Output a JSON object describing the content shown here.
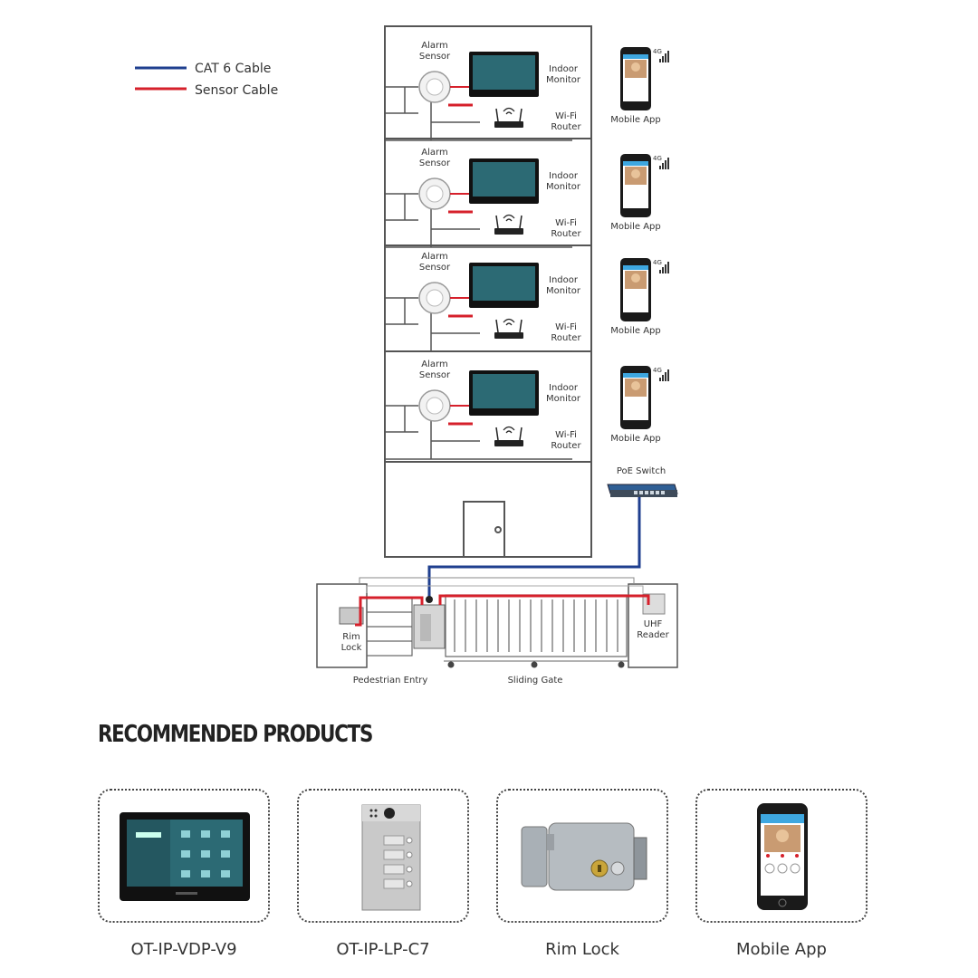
{
  "legend": {
    "items": [
      {
        "label": "CAT 6 Cable",
        "color": "#1f3f8f"
      },
      {
        "label": "Sensor Cable",
        "color": "#d6202b"
      }
    ]
  },
  "colors": {
    "cat6": "#1f3f8f",
    "sensor": "#d6202b",
    "structure": "#555555"
  },
  "floors": [
    {
      "sensor_label": [
        "Alarm",
        "Sensor"
      ],
      "monitor_label": [
        "Indoor",
        "Monitor"
      ],
      "router_label": [
        "Wi-Fi",
        "Router"
      ],
      "app_label": "Mobile App"
    },
    {
      "sensor_label": [
        "Alarm",
        "Sensor"
      ],
      "monitor_label": [
        "Indoor",
        "Monitor"
      ],
      "router_label": [
        "Wi-Fi",
        "Router"
      ],
      "app_label": "Mobile App"
    },
    {
      "sensor_label": [
        "Alarm",
        "Sensor"
      ],
      "monitor_label": [
        "Indoor",
        "Monitor"
      ],
      "router_label": [
        "Wi-Fi",
        "Router"
      ],
      "app_label": "Mobile App"
    },
    {
      "sensor_label": [
        "Alarm",
        "Sensor"
      ],
      "monitor_label": [
        "Indoor",
        "Monitor"
      ],
      "router_label": [
        "Wi-Fi",
        "Router"
      ],
      "app_label": "Mobile App"
    }
  ],
  "phone_badge": "4G",
  "poe_switch": "PoE Switch",
  "gate": {
    "rim_lock": [
      "Rim",
      "Lock"
    ],
    "uhf_reader": [
      "UHF",
      "Reader"
    ],
    "pedestrian_entry": "Pedestrian Entry",
    "sliding_gate": "Sliding Gate"
  },
  "section_title": "Recommended Products",
  "products": [
    {
      "name": "OT-IP-VDP-V9",
      "icon": "indoor-monitor"
    },
    {
      "name": "OT-IP-LP-C7",
      "icon": "outdoor-panel"
    },
    {
      "name": "Rim Lock",
      "icon": "rim-lock"
    },
    {
      "name": "Mobile App",
      "icon": "smartphone"
    }
  ]
}
